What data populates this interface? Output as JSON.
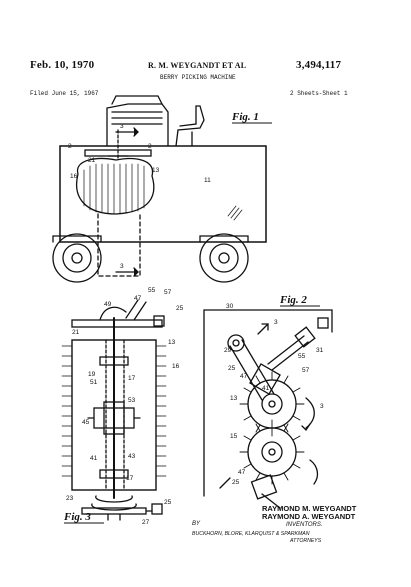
{
  "header": {
    "date": "Feb. 10, 1970",
    "inventor_short": "R. M. WEYGANDT ET AL",
    "patent_number": "3,494,117",
    "title": "BERRY PICKING MACHINE",
    "filed": "Filed June 15, 1967",
    "sheets": "2 Sheets-Sheet 1"
  },
  "figures": {
    "fig1": "Fig. 1",
    "fig2": "Fig. 2",
    "fig3": "Fig. 3"
  },
  "reference_numerals": {
    "fig1": [
      "3",
      "2",
      "2",
      "21",
      "13",
      "16",
      "11",
      "3"
    ],
    "fig2": [
      "30",
      "3",
      "29",
      "55",
      "31",
      "57",
      "25",
      "47",
      "41",
      "13",
      "3",
      "15",
      "47",
      "25"
    ],
    "fig3": [
      "49",
      "47",
      "55",
      "57",
      "25",
      "21",
      "13",
      "16",
      "19",
      "51",
      "17",
      "53",
      "45",
      "41",
      "43",
      "17",
      "23",
      "25",
      "27"
    ]
  },
  "inventors": {
    "names": [
      "RAYMOND M. WEYGANDT",
      "RAYMOND A. WEYGANDT"
    ],
    "caption": "INVENTORS."
  },
  "attorneys": {
    "by": "BY",
    "firm": "BUCKHORN, BLORE, KLARQUIST & SPARKMAN",
    "caption": "ATTORNEYS"
  }
}
